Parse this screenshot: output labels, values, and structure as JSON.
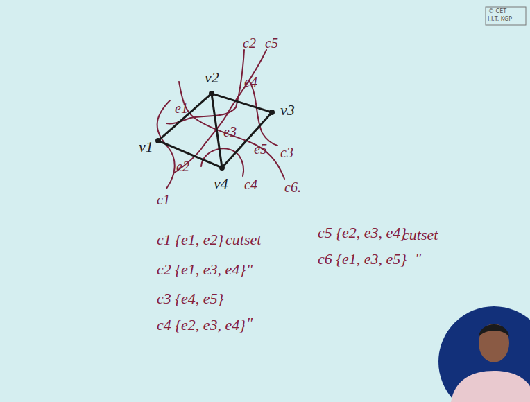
{
  "diagram": {
    "nodes": [
      {
        "text": [
          "v1"
        ]
      },
      {
        "text": [
          "v2"
        ]
      },
      {
        "text": [
          "v3"
        ]
      },
      {
        "text": [
          "v4"
        ]
      }
    ],
    "edges": [
      {
        "from": 0,
        "to": 1,
        "arrow": "none",
        "label": "e1"
      },
      {
        "from": 0,
        "to": 3,
        "arrow": "none",
        "label": "e2"
      },
      {
        "from": 1,
        "to": 3,
        "arrow": "none",
        "label": "e3"
      },
      {
        "from": 1,
        "to": 2,
        "arrow": "none",
        "label": "e4"
      },
      {
        "from": 3,
        "to": 2,
        "arrow": "none",
        "label": "e5"
      }
    ],
    "labels": [
      "© CET",
      "I.I.T. KGP",
      "c2",
      "c5",
      "c1",
      "c4",
      "c3",
      "c6.",
      "c1 {e1, e2}",
      "cutset",
      "c2 {e1, e3, e4}",
      "\"",
      "c3 {e4, e5}",
      "c4 {e2, e3, e4}",
      "\"",
      "c5 {e2, e3, e4}",
      "cutset",
      "c6 {e1, e3, e5}",
      "\""
    ]
  }
}
